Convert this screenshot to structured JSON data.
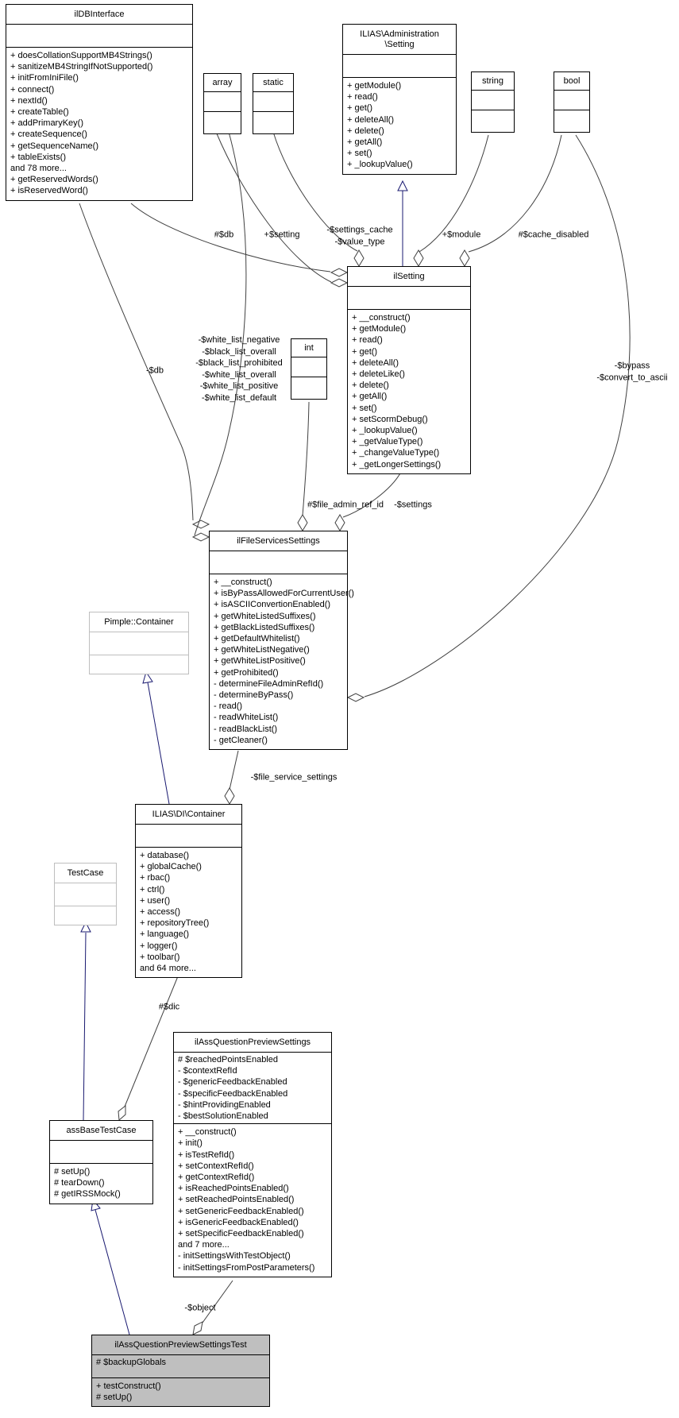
{
  "classes": {
    "db_interface": {
      "title": "ilDBInterface",
      "methods": [
        "+ doesCollationSupportMB4Strings()",
        "+ sanitizeMB4StringIfNotSupported()",
        "+ initFromIniFile()",
        "+ connect()",
        "+ nextId()",
        "+ createTable()",
        "+ addPrimaryKey()",
        "+ createSequence()",
        "+ getSequenceName()",
        "+ tableExists()",
        "and 78 more...",
        "+ getReservedWords()",
        "+ isReservedWord()"
      ]
    },
    "array_type": {
      "title": "array"
    },
    "static_type": {
      "title": "static"
    },
    "admin_setting": {
      "title": "ILIAS\\Administration\n\\Setting",
      "methods": [
        "+ getModule()",
        "+ read()",
        "+ get()",
        "+ deleteAll()",
        "+ delete()",
        "+ getAll()",
        "+ set()",
        "+ _lookupValue()"
      ]
    },
    "string_type": {
      "title": "string"
    },
    "bool_type": {
      "title": "bool"
    },
    "il_setting": {
      "title": "ilSetting",
      "methods": [
        "+ __construct()",
        "+ getModule()",
        "+ read()",
        "+ get()",
        "+ deleteAll()",
        "+ deleteLike()",
        "+ delete()",
        "+ getAll()",
        "+ set()",
        "+ setScormDebug()",
        "+ _lookupValue()",
        "+ _getValueType()",
        "+ _changeValueType()",
        "+ _getLongerSettings()"
      ]
    },
    "int_type": {
      "title": "int"
    },
    "file_services_settings": {
      "title": "ilFileServicesSettings",
      "methods": [
        "+ __construct()",
        "+ isByPassAllowedForCurrentUser()",
        "+ isASCIIConvertionEnabled()",
        "+ getWhiteListedSuffixes()",
        "+ getBlackListedSuffixes()",
        "+ getDefaultWhitelist()",
        "+ getWhiteListNegative()",
        "+ getWhiteListPositive()",
        "+ getProhibited()",
        "- determineFileAdminRefId()",
        "- determineByPass()",
        "- read()",
        "- readWhiteList()",
        "- readBlackList()",
        "- getCleaner()"
      ]
    },
    "pimple_container": {
      "title": "Pimple::Container"
    },
    "di_container": {
      "title": "ILIAS\\DI\\Container",
      "methods": [
        "+ database()",
        "+ globalCache()",
        "+ rbac()",
        "+ ctrl()",
        "+ user()",
        "+ access()",
        "+ repositoryTree()",
        "+ language()",
        "+ logger()",
        "+ toolbar()",
        "and 64 more..."
      ]
    },
    "test_case": {
      "title": "TestCase"
    },
    "preview_settings": {
      "title": "ilAssQuestionPreviewSettings",
      "attributes": [
        "# $reachedPointsEnabled",
        "- $contextRefId",
        "- $genericFeedbackEnabled",
        "- $specificFeedbackEnabled",
        "- $hintProvidingEnabled",
        "- $bestSolutionEnabled"
      ],
      "methods": [
        "+ __construct()",
        "+ init()",
        "+ isTestRefId()",
        "+ setContextRefId()",
        "+ getContextRefId()",
        "+ isReachedPointsEnabled()",
        "+ setReachedPointsEnabled()",
        "+ setGenericFeedbackEnabled()",
        "+ isGenericFeedbackEnabled()",
        "+ setSpecificFeedbackEnabled()",
        "and 7 more...",
        "- initSettingsWithTestObject()",
        "- initSettingsFromPostParameters()"
      ]
    },
    "ass_base_test_case": {
      "title": "assBaseTestCase",
      "methods": [
        "# setUp()",
        "# tearDown()",
        "# getIRSSMock()"
      ]
    },
    "preview_settings_test": {
      "title": "ilAssQuestionPreviewSettingsTest",
      "attributes": [
        "# $backupGlobals"
      ],
      "methods": [
        "+ testConstruct()",
        "# setUp()"
      ]
    }
  },
  "edge_labels": {
    "db_protected": "#$db",
    "setting": "+$setting",
    "settings_cache": "-$settings_cache\n-$value_type",
    "module": "+$module",
    "cache_disabled": "#$cache_disabled",
    "db_private": "-$db",
    "white_lists": "-$white_list_negative\n-$black_list_overall\n-$black_list_prohibited\n-$white_list_overall\n-$white_list_positive\n-$white_list_default",
    "bypass": "-$bypass\n-$convert_to_ascii",
    "file_admin_ref_id": "#$file_admin_ref_id",
    "settings_private": "-$settings",
    "file_service_settings": "-$file_service_settings",
    "dic": "#$dic",
    "object": "-$object"
  },
  "colors": {
    "edge": "#404040",
    "inheritance": "#191970",
    "highlight_fill": "#bfbfbf",
    "external_border": "#bebebe"
  }
}
